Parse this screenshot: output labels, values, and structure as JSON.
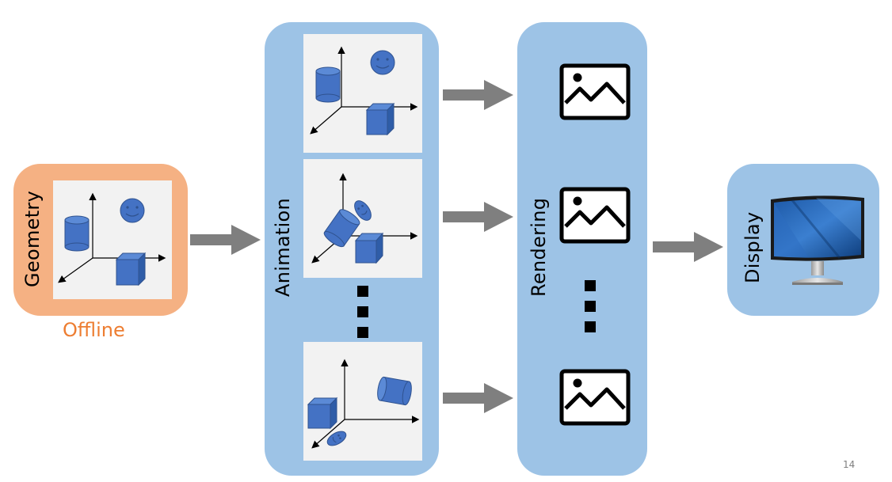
{
  "stages": {
    "geometry": {
      "label": "Geometry"
    },
    "animation": {
      "label": "Animation"
    },
    "rendering": {
      "label": "Rendering"
    },
    "display": {
      "label": "Display"
    }
  },
  "offline_label": "Offline",
  "page_number": "14",
  "colors": {
    "geometry_box": "#f5b183",
    "stage_box": "#9dc3e6",
    "offline_text": "#ed7d31",
    "arrow": "#7f7f7f",
    "shape_fill": "#4472c4",
    "panel_bg": "#f2f2f2"
  },
  "icons": {
    "image": "image-icon",
    "monitor": "monitor-icon",
    "arrow": "right-arrow-icon",
    "cube": "cube-icon",
    "cylinder": "cylinder-icon",
    "smiley": "smiley-face-icon"
  }
}
